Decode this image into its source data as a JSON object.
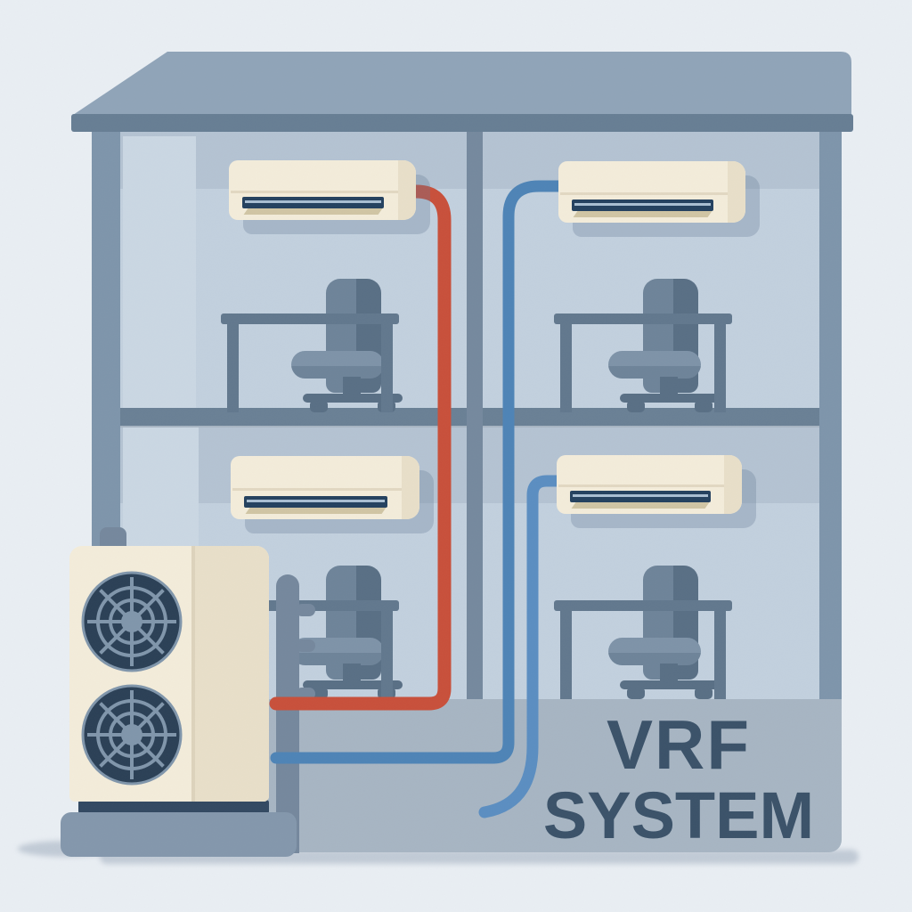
{
  "title": {
    "line1": "VRF",
    "line2": "SYSTEM"
  },
  "diagram": {
    "type": "vrf-hvac-system-illustration",
    "building": {
      "floors": 2,
      "rooms": 4,
      "rooms_furniture": "desk and office chair"
    },
    "indoor_units": {
      "count": 4,
      "style": "wall-mounted split unit, cream body, dark vent slot"
    },
    "outdoor_unit": {
      "fans": 2,
      "mounted_on": "concrete pedestal",
      "position": "bottom-left, in front of building"
    },
    "pipes": [
      {
        "name": "hot-refrigerant-line",
        "color": "#c8503b",
        "route": "outdoor unit to upper-left indoor unit"
      },
      {
        "name": "cold-refrigerant-line",
        "color": "#4e84b6",
        "route": "outdoor unit to upper-right indoor unit"
      },
      {
        "name": "cold-branch-line",
        "color": "#5b8ec1",
        "route": "lower-right indoor unit down the facade"
      }
    ]
  },
  "colors": {
    "bg": "#e9eef3",
    "roof_top": "#90a4b8",
    "fascia": "#677e94",
    "facade": "#a7b5c3",
    "band": "#7e95ab",
    "room": "#b4c3d2",
    "panel": "#c2d0de",
    "panel_light": "#cad7e3",
    "slab": "#6a8095",
    "wall": "#75899e",
    "cream": "#f3ecda",
    "cream_shade": "#e8dfc9",
    "cream_line": "#ddd3bc",
    "vent": "#24415f",
    "vent_line": "#a9bed2",
    "vent_shadow": "#b3a578",
    "pipe_hot": "#c8503b",
    "pipe_cold": "#4e84b6",
    "pipe_cold_2": "#5b8ec1",
    "desk": "#62788e",
    "chair": "#6e8499",
    "chair_light": "#7e93a8",
    "chair_dark": "#596f85",
    "fan_dark": "#2b4056",
    "fan_light": "#8096ab",
    "strip": "#334962",
    "pedestal": "#8497ac",
    "conduit": "#75889d",
    "text": "#3b5269",
    "shadow": "rgba(104,124,148,0.30)"
  }
}
